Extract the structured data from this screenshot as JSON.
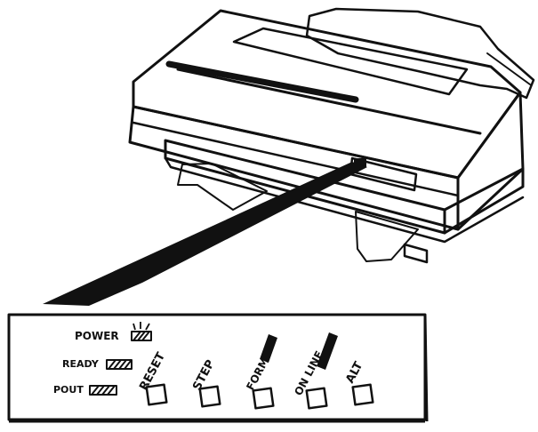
{
  "figure": {
    "subject": "dot-matrix printer with enlarged control panel",
    "colors": {
      "ink": "#111111",
      "paper": "#ffffff"
    }
  },
  "panel": {
    "indicators": [
      {
        "label": "POWER",
        "icon": "led-lit-icon"
      },
      {
        "label": "READY",
        "icon": "led-icon"
      },
      {
        "label": "POUT",
        "icon": "led-icon"
      }
    ],
    "buttons": [
      {
        "label": "RESET",
        "name": "reset-button"
      },
      {
        "label": "STEP",
        "name": "step-button"
      },
      {
        "label": "FORM",
        "name": "form-button"
      },
      {
        "label": "ON LINE",
        "name": "on-line-button"
      },
      {
        "label": "ALT",
        "name": "alt-button"
      }
    ]
  }
}
